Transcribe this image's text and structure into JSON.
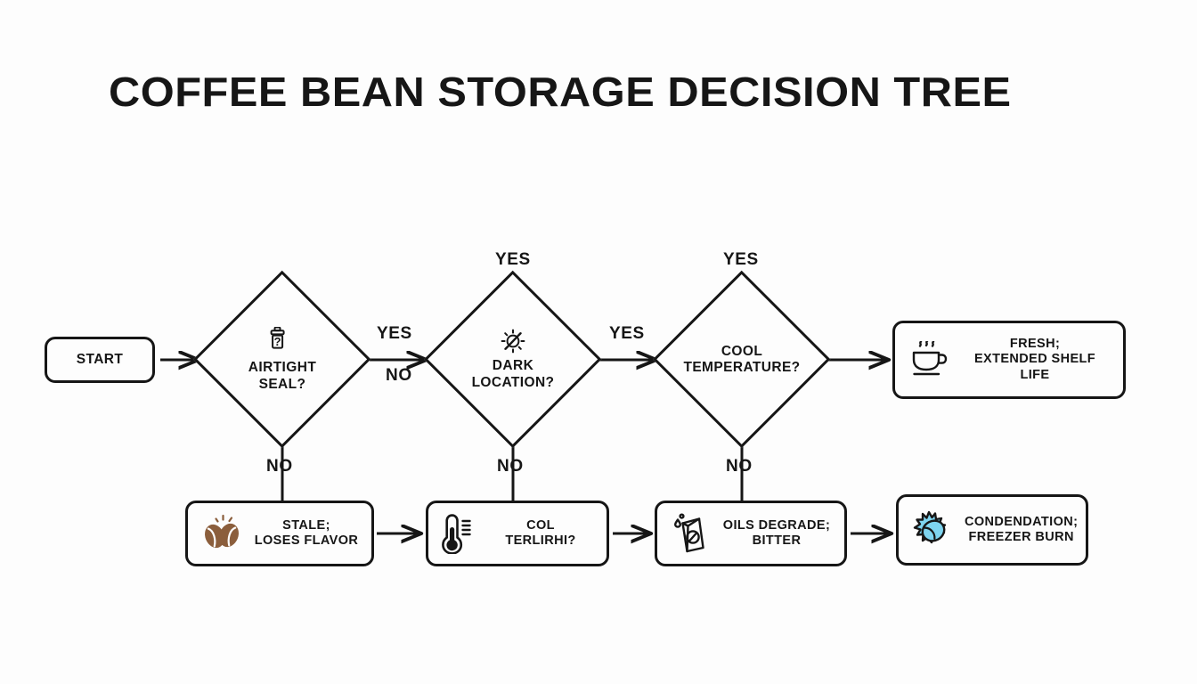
{
  "page": {
    "title": "COFFEE BEAN STORAGE DECISION TREE",
    "background_color": "#fdfdfd",
    "line_color": "#161616"
  },
  "nodes": {
    "start": {
      "label": "START",
      "shape": "rounded-rect",
      "icon": "none"
    },
    "airtight": {
      "label": "AIRTIGHT\nSEAL?",
      "shape": "diamond",
      "icon": "container-question-icon"
    },
    "dark": {
      "label": "DARK\nLOCATION?",
      "shape": "diamond",
      "icon": "no-sun-icon"
    },
    "cool": {
      "label": "COOL\nTEMPERATURE?",
      "shape": "diamond",
      "icon": "none"
    },
    "fresh": {
      "label": "FRESH;\nEXTENDED SHELF LIFE",
      "shape": "rounded-rect",
      "icon": "coffee-cup-icon"
    },
    "stale": {
      "label": "STALE;\nLOSES FLAVOR",
      "shape": "rounded-rect",
      "icon": "coffee-beans-icon"
    },
    "coltemp": {
      "label": "COL\nTERLIRHI?",
      "shape": "rounded-rect",
      "icon": "thermometer-icon"
    },
    "oils": {
      "label": "OILS DEGRADE;\nBITTER",
      "shape": "rounded-rect",
      "icon": "coffee-bag-drip-icon"
    },
    "condensation": {
      "label": "CONDENDATION;\nFREEZER BURN",
      "shape": "rounded-rect",
      "icon": "frozen-bean-icon"
    }
  },
  "edge_labels": {
    "start_to_airtight": "",
    "airtight_to_dark_yes": "YES",
    "airtight_to_dark_no": "NO",
    "dark_top_yes": "YES",
    "dark_to_cool_yes": "YES",
    "cool_top_yes": "YES",
    "airtight_down_no": "NO",
    "dark_down_no": "NO",
    "cool_down_no": "NO"
  },
  "colors": {
    "bean_brown": "#8b5e3c",
    "frost_blue": "#7ed4ef",
    "outline": "#161616"
  }
}
